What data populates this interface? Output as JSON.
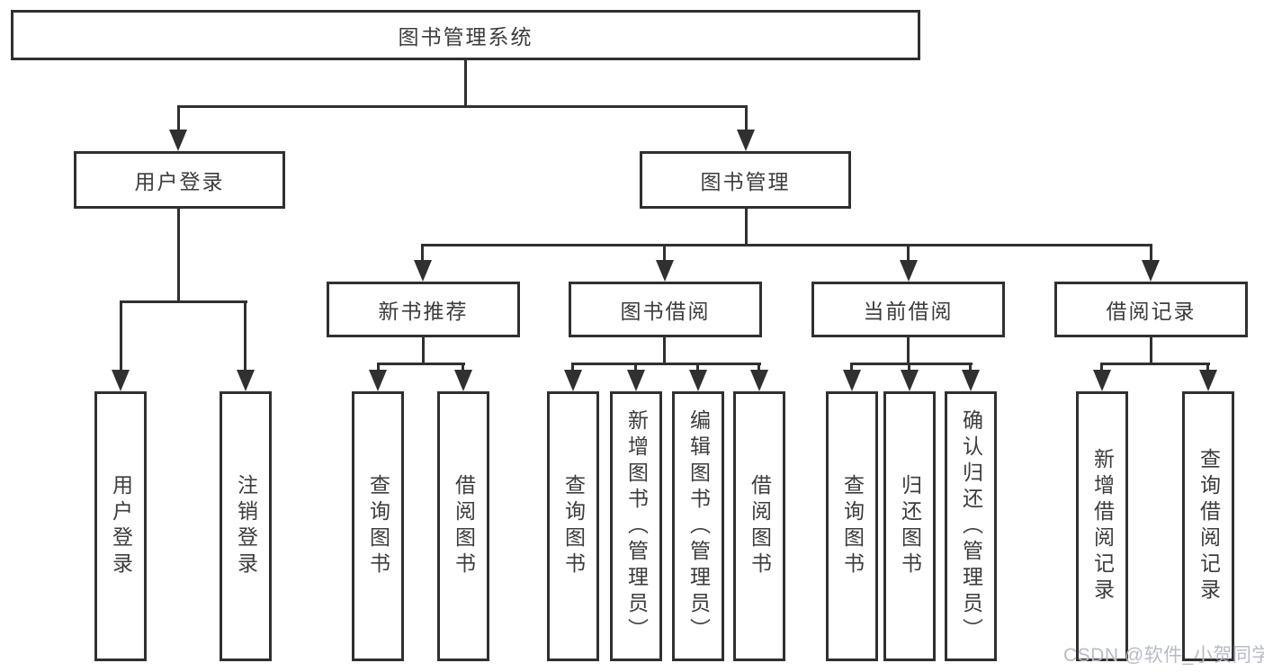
{
  "tree": {
    "root": {
      "label": "图书管理系统"
    },
    "branches": [
      {
        "label": "用户登录",
        "children": [
          {
            "label": "用户登录"
          },
          {
            "label": "注销登录"
          }
        ]
      },
      {
        "label": "图书管理",
        "children": [
          {
            "label": "新书推荐",
            "children": [
              {
                "label": "查询图书"
              },
              {
                "label": "借阅图书"
              }
            ]
          },
          {
            "label": "图书借阅",
            "children": [
              {
                "label": "查询图书"
              },
              {
                "label": "新增图书（管理员）"
              },
              {
                "label": "编辑图书（管理员）"
              },
              {
                "label": "借阅图书"
              }
            ]
          },
          {
            "label": "当前借阅",
            "children": [
              {
                "label": "查询图书"
              },
              {
                "label": "归还图书"
              },
              {
                "label": "确认归还（管理员）"
              }
            ]
          },
          {
            "label": "借阅记录",
            "children": [
              {
                "label": "新增借阅记录"
              },
              {
                "label": "查询借阅记录"
              }
            ]
          }
        ]
      }
    ]
  },
  "watermark": "CSDN @软件_小贺同学",
  "colors": {
    "line": "#303030",
    "text": "#3c3c3c",
    "background": "#ffffff",
    "watermark": "#b7bcc4"
  }
}
